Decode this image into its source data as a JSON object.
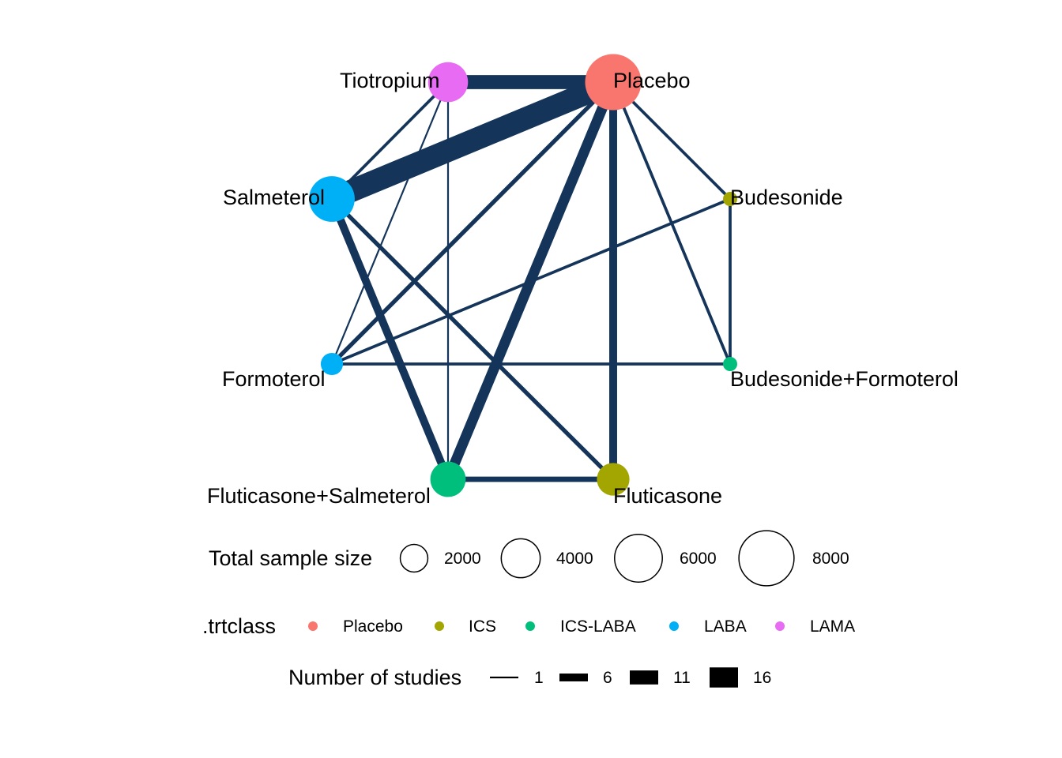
{
  "chart_data": {
    "type": "network",
    "nodes": [
      {
        "id": "Tiotropium",
        "label": "Tiotropium",
        "trtclass": "LAMA",
        "sample_size": 4200
      },
      {
        "id": "Placebo",
        "label": "Placebo",
        "trtclass": "Placebo",
        "sample_size": 8300
      },
      {
        "id": "Salmeterol",
        "label": "Salmeterol",
        "trtclass": "LABA",
        "sample_size": 5500
      },
      {
        "id": "Budesonide",
        "label": "Budesonide",
        "trtclass": "ICS",
        "sample_size": 500
      },
      {
        "id": "Formoterol",
        "label": "Formoterol",
        "trtclass": "LABA",
        "sample_size": 1300
      },
      {
        "id": "Budesonide+Formoterol",
        "label": "Budesonide+Formoterol",
        "trtclass": "ICS-LABA",
        "sample_size": 500
      },
      {
        "id": "Fluticasone+Salmeterol",
        "label": "Fluticasone+Salmeterol",
        "trtclass": "ICS-LABA",
        "sample_size": 3300
      },
      {
        "id": "Fluticasone",
        "label": "Fluticasone",
        "trtclass": "ICS",
        "sample_size": 2800
      }
    ],
    "edges": [
      {
        "from": "Tiotropium",
        "to": "Placebo",
        "studies": 11
      },
      {
        "from": "Salmeterol",
        "to": "Placebo",
        "studies": 18
      },
      {
        "from": "Salmeterol",
        "to": "Tiotropium",
        "studies": 2
      },
      {
        "from": "Tiotropium",
        "to": "Formoterol",
        "studies": 1
      },
      {
        "from": "Tiotropium",
        "to": "Fluticasone+Salmeterol",
        "studies": 1
      },
      {
        "from": "Placebo",
        "to": "Formoterol",
        "studies": 3
      },
      {
        "from": "Placebo",
        "to": "Fluticasone+Salmeterol",
        "studies": 8
      },
      {
        "from": "Placebo",
        "to": "Fluticasone",
        "studies": 6
      },
      {
        "from": "Placebo",
        "to": "Budesonide",
        "studies": 2
      },
      {
        "from": "Placebo",
        "to": "Budesonide+Formoterol",
        "studies": 2
      },
      {
        "from": "Salmeterol",
        "to": "Fluticasone+Salmeterol",
        "studies": 6
      },
      {
        "from": "Salmeterol",
        "to": "Fluticasone",
        "studies": 3
      },
      {
        "from": "Formoterol",
        "to": "Budesonide",
        "studies": 2
      },
      {
        "from": "Formoterol",
        "to": "Budesonide+Formoterol",
        "studies": 2
      },
      {
        "from": "Budesonide",
        "to": "Budesonide+Formoterol",
        "studies": 2
      },
      {
        "from": "Fluticasone+Salmeterol",
        "to": "Fluticasone",
        "studies": 4
      }
    ],
    "legend": {
      "sample_size": {
        "title": "Total sample size",
        "values": [
          2000,
          4000,
          6000,
          8000
        ],
        "labels": [
          "2000",
          "4000",
          "6000",
          "8000"
        ]
      },
      "trtclass": {
        "title": ".trtclass",
        "items": [
          {
            "label": "Placebo",
            "color": "#F8766D"
          },
          {
            "label": "ICS",
            "color": "#A3A500"
          },
          {
            "label": "ICS-LABA",
            "color": "#00BF7D"
          },
          {
            "label": "LABA",
            "color": "#00B0F6"
          },
          {
            "label": "LAMA",
            "color": "#E76BF3"
          }
        ]
      },
      "studies": {
        "title": "Number of studies",
        "values": [
          1,
          6,
          11,
          16
        ],
        "labels": [
          "1",
          "6",
          "11",
          "16"
        ]
      },
      "placement": "bottom"
    },
    "edge_color": "#14345A"
  }
}
